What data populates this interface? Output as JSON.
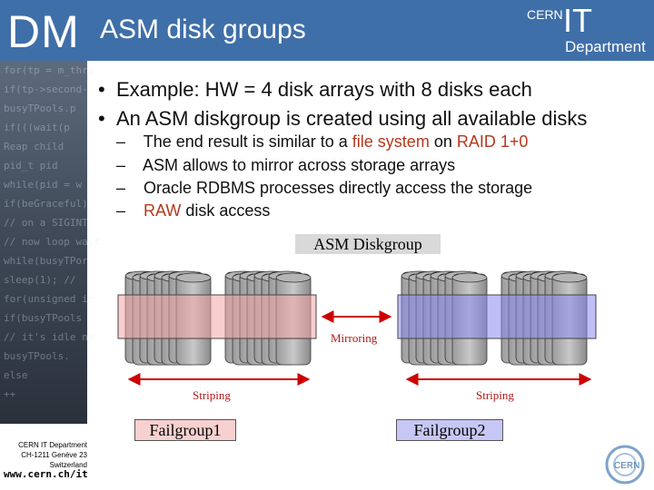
{
  "header": {
    "logo": "DM",
    "title": "ASM disk groups",
    "cern_small": "CERN",
    "cern_it": "IT",
    "cern_department": "Department"
  },
  "bullets": [
    "Example: HW = 4 disk arrays with 8 disks each",
    "An ASM diskgroup is created using all available disks"
  ],
  "sub_bullets": [
    {
      "parts": [
        "The end result is similar to a ",
        "file system",
        " on ",
        "RAID 1+0",
        ""
      ],
      "dash": "–"
    },
    {
      "parts": [
        "ASM allows to mirror across storage arrays"
      ],
      "dash": "–"
    },
    {
      "parts": [
        "Oracle RDBMS processes directly access the storage"
      ],
      "dash": "–"
    },
    {
      "parts": [
        "RAW",
        " disk access"
      ],
      "dash": "–"
    }
  ],
  "diagram": {
    "diskgroup_label": "ASM Diskgroup",
    "mirroring_label": "Mirroring",
    "striping_left": "Striping",
    "striping_right": "Striping",
    "failgroup1": "Failgroup1",
    "failgroup2": "Failgroup2",
    "colors": {
      "failgroup1_fill": "#f4a6a6",
      "failgroup2_fill": "#8a8aee",
      "arrow": "#cc0000",
      "label_bg": "#d9d9d9"
    }
  },
  "footer": {
    "line1": "CERN IT Department",
    "line2": "CH-1211 Genève 23",
    "line3": "Switzerland",
    "url": "www.cern.ch/it"
  },
  "left_strip_code": [
    "for(tp = m_thre",
    "if(tp->second-",
    "busyTPools.p",
    "if(((wait(p",
    "Reap child",
    "pid_t pid",
    "while(pid = w",
    "if(beGraceful)",
    "// on a SIGINT",
    "// now loop wait",
    "while(busyTPor",
    "sleep(1); //",
    "for(unsigned in",
    "if(busyTPools",
    "// it's idle no",
    "busyTPools.",
    "else",
    "++"
  ]
}
